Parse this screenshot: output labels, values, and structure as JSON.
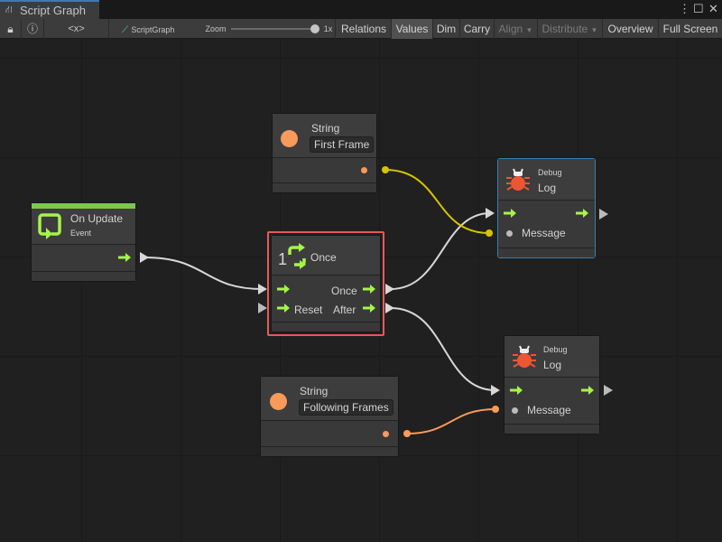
{
  "window": {
    "tab_title": "Script Graph"
  },
  "toolbar": {
    "lock": "lock-icon",
    "info": "info-icon",
    "variables": "<x>",
    "graph_name": "ScriptGraph",
    "zoom_label": "Zoom",
    "zoom_value": "1x",
    "zoom_level": 1.0,
    "buttons": [
      "Relations",
      "Values",
      "Dim",
      "Carry",
      "Align",
      "Distribute",
      "Overview",
      "Full Screen"
    ]
  },
  "colors": {
    "string": "#f79a5a",
    "flow": "#a6f34a",
    "event": "#7dc750",
    "debug": "#ee5533",
    "selected": "#e55a59",
    "wire_yellow": "#d8c400"
  },
  "nodes": {
    "on_update": {
      "title": "On Update",
      "subtitle": "Event"
    },
    "string1": {
      "title": "String",
      "value": "First Frame"
    },
    "once": {
      "count": "1",
      "title": "Once",
      "out_once": "Once",
      "in_reset": "Reset",
      "out_after": "After"
    },
    "log1": {
      "category": "Debug",
      "title": "Log",
      "message": "Message"
    },
    "string2": {
      "title": "String",
      "value": "Following Frames"
    },
    "log2": {
      "category": "Debug",
      "title": "Log",
      "message": "Message"
    }
  }
}
